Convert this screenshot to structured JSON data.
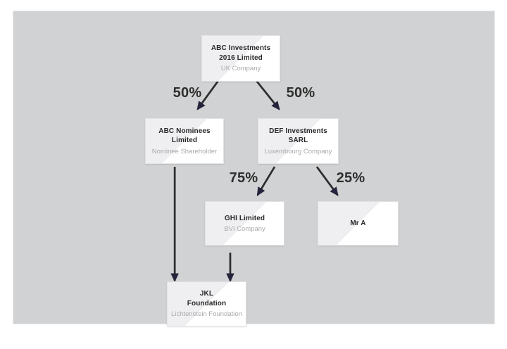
{
  "panel": {
    "background": "#d1d2d3",
    "border": "#eaebec"
  },
  "colors": {
    "arrow_line": "#2d2c2e",
    "arrow_head": "#26243c",
    "node_title_text": "#29292b",
    "node_subtitle_text": "#a8aaad",
    "percent_label_text": "#2e2e2e",
    "node_bg_gray": "#efeff1",
    "node_bg_white": "#ffffff"
  },
  "diagram": {
    "type": "ownership-structure",
    "nodes": [
      {
        "id": "abc-investments-2016",
        "title": "ABC Investments\n2016 Limited",
        "subtitle": "UK Company"
      },
      {
        "id": "abc-nominees",
        "title": "ABC Nominees\nLimited",
        "subtitle": "Nominee Shareholder"
      },
      {
        "id": "def-investments",
        "title": "DEF Investments\nSARL",
        "subtitle": "Luxembourg Company"
      },
      {
        "id": "ghi-limited",
        "title": "GHI Limited",
        "subtitle": "BVI Company"
      },
      {
        "id": "mr-a",
        "title": "Mr A",
        "subtitle": ""
      },
      {
        "id": "jkl-foundation",
        "title": "JKL\nFoundation",
        "subtitle": "Lichtenstein Foundation"
      }
    ],
    "edges": [
      {
        "from": "abc-investments-2016",
        "to": "abc-nominees",
        "label": "50%"
      },
      {
        "from": "abc-investments-2016",
        "to": "def-investments",
        "label": "50%"
      },
      {
        "from": "def-investments",
        "to": "ghi-limited",
        "label": "75%"
      },
      {
        "from": "def-investments",
        "to": "mr-a",
        "label": "25%"
      },
      {
        "from": "abc-nominees",
        "to": "jkl-foundation",
        "label": ""
      },
      {
        "from": "ghi-limited",
        "to": "jkl-foundation",
        "label": ""
      }
    ]
  }
}
